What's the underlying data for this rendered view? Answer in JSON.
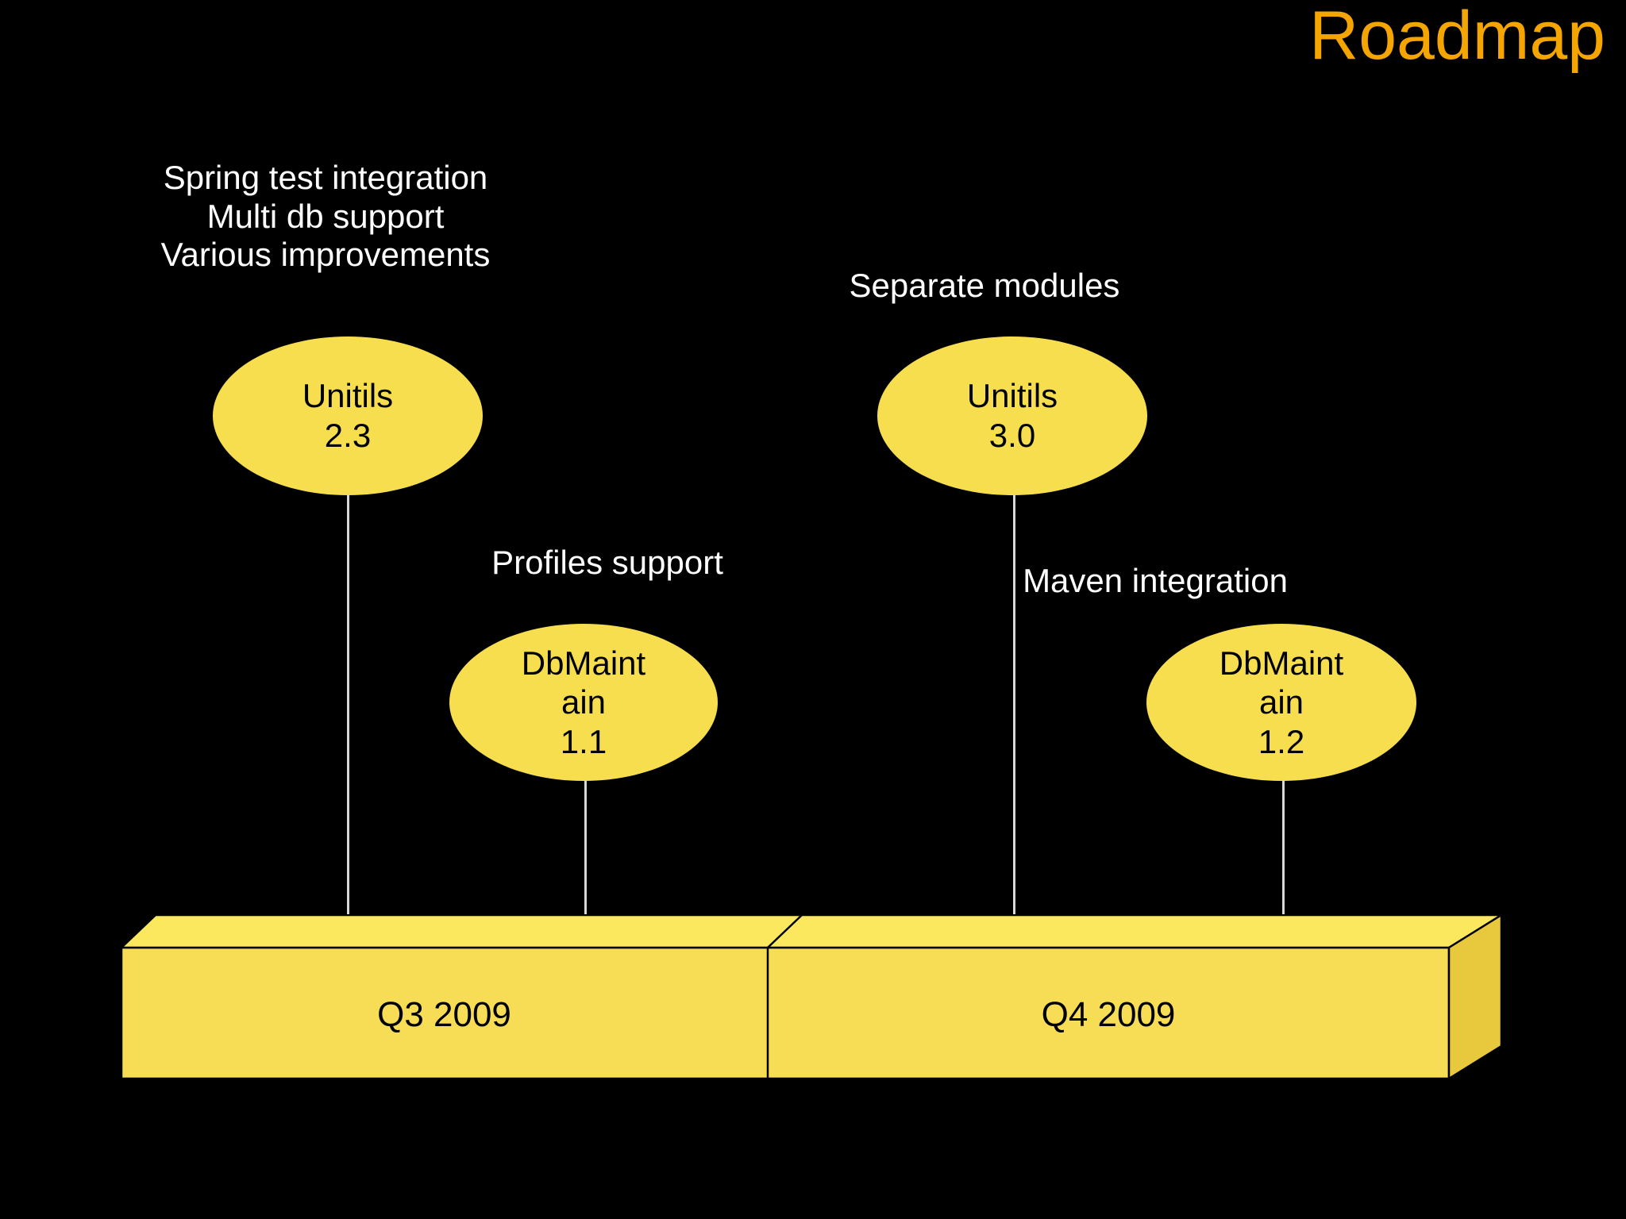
{
  "slide": {
    "title": "Roadmap",
    "background_color": "#000000",
    "title_color": "#F5A500",
    "text_color": "#FFFFFF",
    "bubble_fill": "#F7DE4F",
    "bubble_text_color": "#000000",
    "bar_top_color": "#FBE85E",
    "bar_front_color": "#F7DD55",
    "bar_side_color": "#E8C83C",
    "bar_outline_color": "#000000",
    "connector_color": "#D8D8D8"
  },
  "callouts": [
    {
      "name": "unitils-23-callout",
      "lines": [
        "Spring test integration",
        "Multi db support",
        "Various improvements"
      ]
    },
    {
      "name": "unitils-30-callout",
      "lines": [
        "Separate modules"
      ]
    },
    {
      "name": "dbmaintain-11-callout",
      "lines": [
        "Profiles support"
      ]
    },
    {
      "name": "dbmaintain-12-callout",
      "lines": [
        "Maven integration"
      ]
    }
  ],
  "milestones": [
    {
      "name": "milestone-unitils-23",
      "product": "Unitils",
      "version": "2.3",
      "lines": [
        "Unitils",
        "2.3"
      ],
      "quarter": "Q3 2009"
    },
    {
      "name": "milestone-dbmaintain-11",
      "product": "DbMaintain",
      "version": "1.1",
      "lines": [
        "DbMaint",
        "ain",
        "1.1"
      ],
      "quarter": "Q3 2009"
    },
    {
      "name": "milestone-unitils-30",
      "product": "Unitils",
      "version": "3.0",
      "lines": [
        "Unitils",
        "3.0"
      ],
      "quarter": "Q4 2009"
    },
    {
      "name": "milestone-dbmaintain-12",
      "product": "DbMaintain",
      "version": "1.2",
      "lines": [
        "DbMaint",
        "ain",
        "1.2"
      ],
      "quarter": "Q4 2009"
    }
  ],
  "timeline": {
    "segments": [
      {
        "label": "Q3 2009"
      },
      {
        "label": "Q4 2009"
      }
    ]
  }
}
